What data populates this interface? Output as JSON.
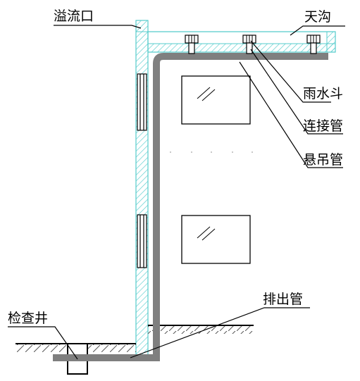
{
  "labels": {
    "overflow": "溢流口",
    "gutter": "天沟",
    "rain_hopper": "雨水斗",
    "connector": "连接管",
    "hanging_pipe": "悬吊管",
    "inspection_well": "检查井",
    "outlet_pipe": "排出管"
  },
  "colors": {
    "hatch": "#55cccc",
    "pipe": "#7f7f7f",
    "line": "#000000",
    "background": "#ffffff"
  }
}
